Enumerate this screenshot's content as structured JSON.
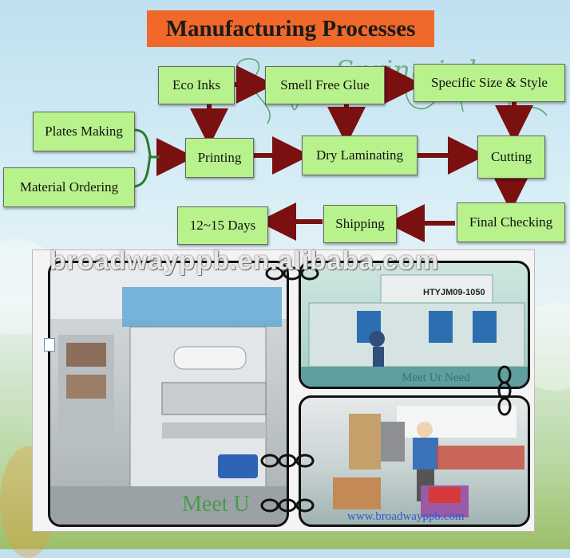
{
  "title": "Manufacturing Processes",
  "steps": {
    "eco_inks": "Eco Inks",
    "smell_free_glue": "Smell Free Glue",
    "specific_size_style": "Specific Size & Style",
    "plates_making": "Plates Making",
    "material_ordering": "Material Ordering",
    "printing": "Printing",
    "dry_laminating": "Dry Laminating",
    "cutting": "Cutting",
    "final_checking": "Final Checking",
    "shipping": "Shipping",
    "lead_time": "12~15 Days"
  },
  "handwriting": "Spring is here",
  "photos": {
    "watermark": "broadwayppb.en.alibaba.com",
    "machine_label": "HTYJM09-1050",
    "caption_small": "Meet Ur Need",
    "caption_large": "Meet U",
    "url_caption": "www.broadwayppb.com"
  },
  "colors": {
    "title_bg": "#f0682a",
    "step_bg": "#b8f28c",
    "arrow": "#7a1010",
    "bracket": "#2f7a2f"
  }
}
